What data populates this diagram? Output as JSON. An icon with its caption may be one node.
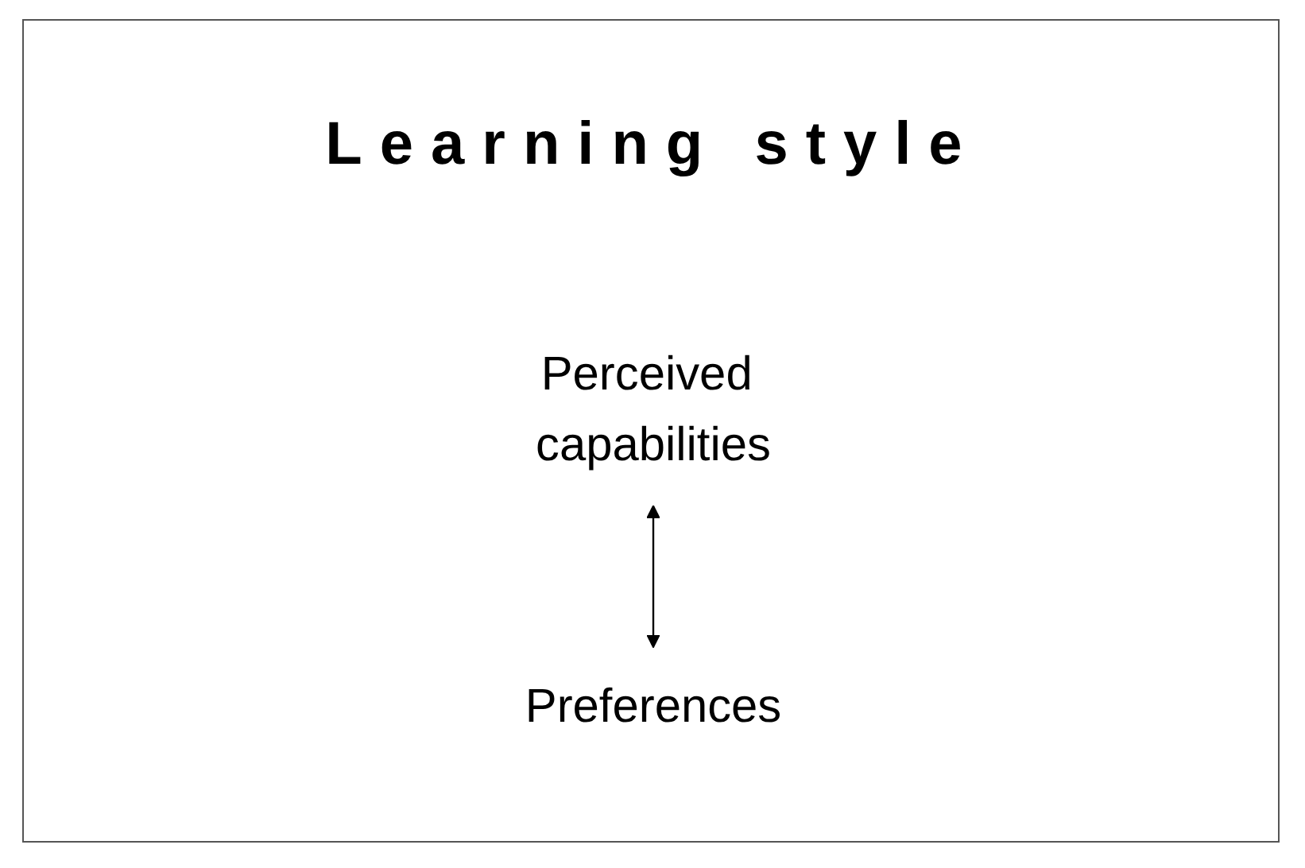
{
  "diagram": {
    "title": "Learning style",
    "nodes": [
      {
        "text": [
          "Perceived capabilities"
        ]
      },
      {
        "text": [
          "Preferences"
        ]
      }
    ],
    "edges": [
      {
        "from": 0,
        "to": 1,
        "arrow": "both"
      }
    ]
  }
}
